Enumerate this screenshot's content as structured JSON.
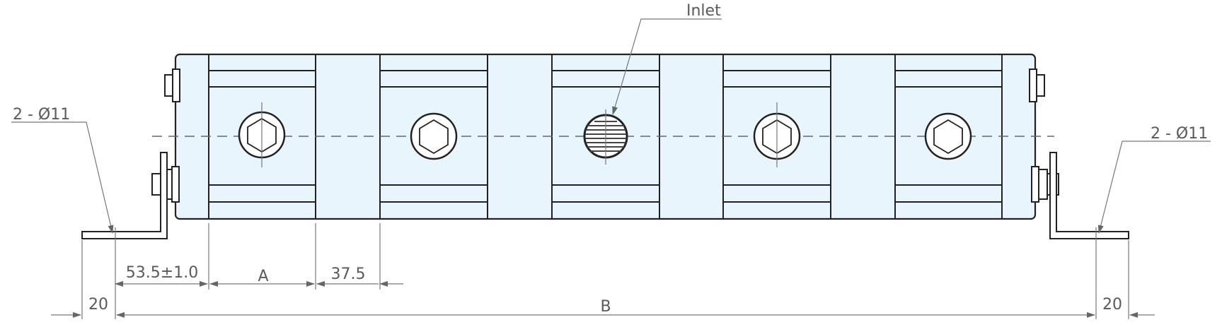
{
  "labels": {
    "inlet": "Inlet",
    "hole_left": "2 - Ø11",
    "hole_right": "2 - Ø11",
    "dim_53_5": "53.5±1.0",
    "dim_a": "A",
    "dim_37_5": "37.5",
    "dim_20_left": "20",
    "dim_b": "B",
    "dim_20_right": "20"
  },
  "colors": {
    "fill": "#e9f5fc",
    "outline": "#222222",
    "dimension": "#777777",
    "text": "#5a5a5a"
  }
}
